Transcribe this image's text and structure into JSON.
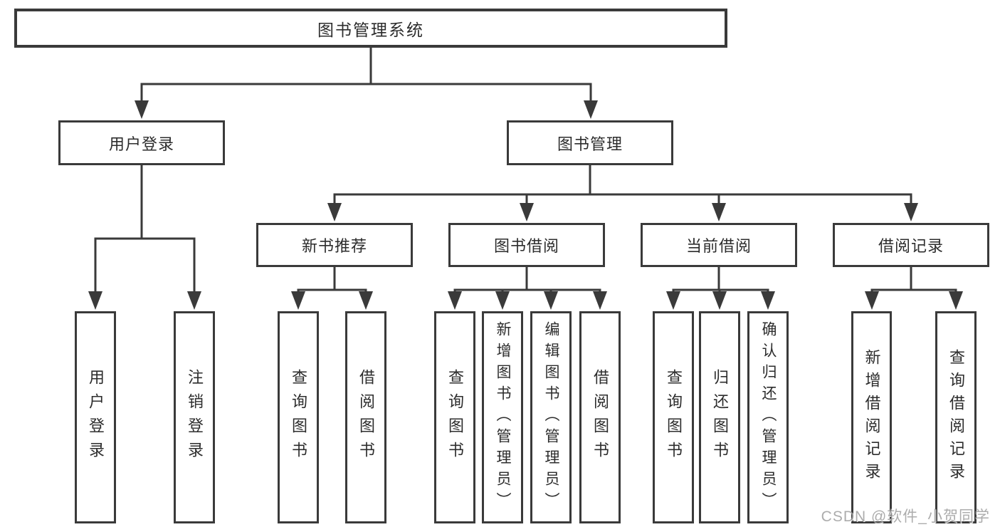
{
  "colors": {
    "line": "#3a3a3a",
    "box_border": "#3a3a3a",
    "text": "#2c2c2c",
    "background": "#ffffff",
    "watermark": "#9e9e9e"
  },
  "watermark": "CSDN @软件_小贺同学",
  "tree": {
    "label": "图书管理系统",
    "children": [
      {
        "label": "用户登录",
        "children": [
          {
            "label": "用户登录"
          },
          {
            "label": "注销登录"
          }
        ]
      },
      {
        "label": "图书管理",
        "children": [
          {
            "label": "新书推荐",
            "children": [
              {
                "label": "查询图书"
              },
              {
                "label": "借阅图书"
              }
            ]
          },
          {
            "label": "图书借阅",
            "children": [
              {
                "label": "查询图书"
              },
              {
                "label": "新增图书（管理员）"
              },
              {
                "label": "编辑图书（管理员）"
              },
              {
                "label": "借阅图书"
              }
            ]
          },
          {
            "label": "当前借阅",
            "children": [
              {
                "label": "查询图书"
              },
              {
                "label": "归还图书"
              },
              {
                "label": "确认归还（管理员）"
              }
            ]
          },
          {
            "label": "借阅记录",
            "children": [
              {
                "label": "新增借阅记录"
              },
              {
                "label": "查询借阅记录"
              }
            ]
          }
        ]
      }
    ]
  }
}
